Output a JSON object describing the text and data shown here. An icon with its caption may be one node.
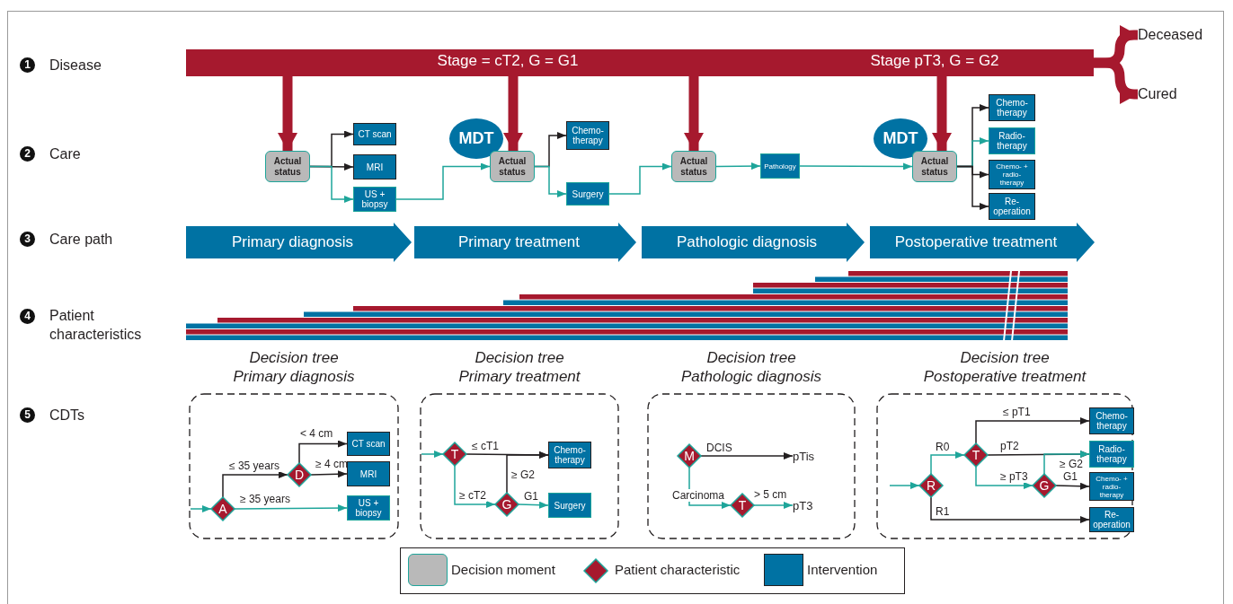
{
  "diagram": {
    "nodes": [
      {
        "text": [
          "Stage = cT2, G = G1",
          "Stage pT3, G = G2"
        ]
      },
      {
        "text": [
          "Deceased"
        ]
      },
      {
        "text": [
          "Cured"
        ]
      },
      {
        "text": [
          "Actual status"
        ]
      },
      {
        "text": [
          "CT scan"
        ]
      },
      {
        "text": [
          "MRI"
        ]
      },
      {
        "text": [
          "US + biopsy"
        ]
      },
      {
        "text": [
          "MDT"
        ]
      },
      {
        "text": [
          "Actual status"
        ]
      },
      {
        "text": [
          "Chemo- therapy"
        ]
      },
      {
        "text": [
          "Surgery"
        ]
      },
      {
        "text": [
          "Actual status"
        ]
      },
      {
        "text": [
          "Pathology"
        ]
      },
      {
        "text": [
          "MDT"
        ]
      },
      {
        "text": [
          "Actual status"
        ]
      },
      {
        "text": [
          "Chemo- therapy"
        ]
      },
      {
        "text": [
          "Radio- therapy"
        ]
      },
      {
        "text": [
          "Chemo- + radio- therapy"
        ]
      },
      {
        "text": [
          "Re- operation"
        ]
      },
      {
        "text": [
          "Primary diagnosis"
        ]
      },
      {
        "text": [
          "Primary treatment"
        ]
      },
      {
        "text": [
          "Pathologic diagnosis"
        ]
      },
      {
        "text": [
          "Postoperative treatment"
        ]
      },
      {
        "text": [
          "Decision tree Primary diagnosis"
        ]
      },
      {
        "text": [
          "A"
        ],
        "in": 23
      },
      {
        "text": [
          "D"
        ],
        "in": 23
      },
      {
        "text": [
          "CT scan"
        ],
        "in": 23
      },
      {
        "text": [
          "MRI"
        ],
        "in": 23
      },
      {
        "text": [
          "US + biopsy"
        ],
        "in": 23
      },
      {
        "text": [
          "Decision tree Primary treatment"
        ]
      },
      {
        "text": [
          "T"
        ],
        "in": 29
      },
      {
        "text": [
          "G"
        ],
        "in": 29
      },
      {
        "text": [
          "Chemo- therapy"
        ],
        "in": 29
      },
      {
        "text": [
          "Surgery"
        ],
        "in": 29
      },
      {
        "text": [
          "Decision tree Pathologic diagnosis"
        ]
      },
      {
        "text": [
          "M"
        ],
        "in": 34
      },
      {
        "text": [
          "T"
        ],
        "in": 34
      },
      {
        "text": [
          "pTis"
        ],
        "in": 34
      },
      {
        "text": [
          "pT3"
        ],
        "in": 34
      },
      {
        "text": [
          "Decision tree Postoperative treatment"
        ]
      },
      {
        "text": [
          "R"
        ],
        "in": 39
      },
      {
        "text": [
          "T"
        ],
        "in": 39
      },
      {
        "text": [
          "G"
        ],
        "in": 39
      },
      {
        "text": [
          "Chemo- therapy"
        ],
        "in": 39
      },
      {
        "text": [
          "Radio- therapy"
        ],
        "in": 39
      },
      {
        "text": [
          "Chemo- + radio- therapy"
        ],
        "in": 39
      },
      {
        "text": [
          "Re- operation"
        ],
        "in": 39
      }
    ],
    "edges": [
      {
        "from": 0,
        "to": 1,
        "arrow": "to",
        "style": "thick",
        "color": "#a6192e"
      },
      {
        "from": 0,
        "to": 2,
        "arrow": "to",
        "style": "thick",
        "color": "#a6192e"
      },
      {
        "from": 0,
        "to": 3,
        "arrow": "to",
        "style": "thick",
        "color": "#a6192e"
      },
      {
        "from": 0,
        "to": 8,
        "arrow": "to",
        "style": "thick",
        "color": "#a6192e"
      },
      {
        "from": 0,
        "to": 11,
        "arrow": "to",
        "style": "thick",
        "color": "#a6192e"
      },
      {
        "from": 0,
        "to": 14,
        "arrow": "to",
        "style": "thick",
        "color": "#a6192e"
      },
      {
        "from": 3,
        "to": 4,
        "arrow": "to",
        "color": "#231f20"
      },
      {
        "from": 3,
        "to": 5,
        "arrow": "to",
        "color": "#231f20"
      },
      {
        "from": 3,
        "to": 6,
        "arrow": "to"
      },
      {
        "from": 6,
        "to": 8,
        "arrow": "to"
      },
      {
        "from": 8,
        "to": 9,
        "arrow": "to",
        "color": "#231f20"
      },
      {
        "from": 8,
        "to": 10,
        "arrow": "to"
      },
      {
        "from": 10,
        "to": 11,
        "arrow": "to"
      },
      {
        "from": 11,
        "to": 12,
        "arrow": "to"
      },
      {
        "from": 12,
        "to": 14,
        "arrow": "to"
      },
      {
        "from": 14,
        "to": 15,
        "arrow": "to",
        "color": "#231f20"
      },
      {
        "from": 14,
        "to": 16,
        "arrow": "to"
      },
      {
        "from": 14,
        "to": 17,
        "arrow": "to",
        "color": "#231f20"
      },
      {
        "from": 14,
        "to": 18,
        "arrow": "to",
        "color": "#231f20"
      },
      {
        "from": null,
        "to": 24,
        "arrow": "to"
      },
      {
        "from": 24,
        "to": 25,
        "arrow": "to",
        "label": "≤ 35 years",
        "color": "#231f20"
      },
      {
        "from": 24,
        "to": 28,
        "arrow": "to",
        "label": "≥ 35 years"
      },
      {
        "from": 25,
        "to": 26,
        "arrow": "to",
        "label": "< 4 cm",
        "color": "#231f20"
      },
      {
        "from": 25,
        "to": 27,
        "arrow": "to",
        "label": "≥ 4 cm",
        "color": "#231f20"
      },
      {
        "from": null,
        "to": 30,
        "arrow": "to"
      },
      {
        "from": 30,
        "to": 32,
        "arrow": "to",
        "label": "≤ cT1",
        "color": "#231f20"
      },
      {
        "from": 30,
        "to": 31,
        "arrow": "to",
        "label": "≥ cT2"
      },
      {
        "from": 31,
        "to": 32,
        "arrow": "to",
        "label": "≥ G2",
        "color": "#231f20"
      },
      {
        "from": 31,
        "to": 33,
        "arrow": "to",
        "label": "G1"
      },
      {
        "from": 35,
        "to": 37,
        "arrow": "to",
        "label": "DCIS",
        "color": "#231f20"
      },
      {
        "from": 35,
        "to": 36,
        "arrow": "to",
        "label": "Carcinoma"
      },
      {
        "from": 36,
        "to": 38,
        "arrow": "to",
        "label": "> 5 cm"
      },
      {
        "from": null,
        "to": 40,
        "arrow": "to"
      },
      {
        "from": 40,
        "to": 41,
        "arrow": "to",
        "label": "R0"
      },
      {
        "from": 40,
        "to": 46,
        "arrow": "to",
        "label": "R1",
        "color": "#231f20"
      },
      {
        "from": 41,
        "to": 43,
        "arrow": "to",
        "label": "≤ pT1",
        "color": "#231f20"
      },
      {
        "from": 41,
        "to": 44,
        "arrow": "to",
        "label": "pT2",
        "color": "#231f20"
      },
      {
        "from": 41,
        "to": 42,
        "arrow": "to",
        "label": "≥ pT3"
      },
      {
        "from": 42,
        "to": 44,
        "arrow": "to",
        "label": "≥ G2"
      },
      {
        "from": 42,
        "to": 45,
        "arrow": "to",
        "label": "G1",
        "color": "#231f20"
      }
    ],
    "labels": [
      "1",
      "Disease",
      "2",
      "Care",
      "3",
      "Care path",
      "4",
      "Patient characteristics",
      "5",
      "CDTs"
    ],
    "legend": [
      {
        "text": "Decision moment",
        "color": "#b9b9b9"
      },
      {
        "text": "Patient characteristic",
        "color": "#a6192e"
      },
      {
        "text": "Intervention",
        "color": "#0072a3"
      }
    ]
  }
}
